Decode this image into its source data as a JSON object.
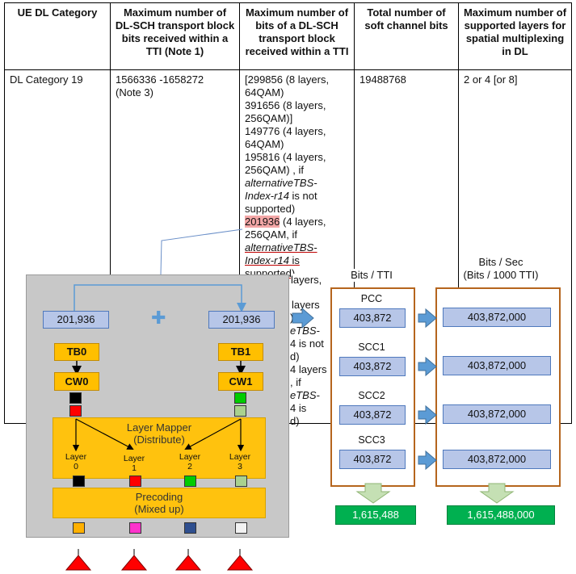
{
  "table": {
    "headers": [
      "UE DL Category",
      "Maximum number of DL-SCH transport block bits received within a TTI (Note 1)",
      "Maximum number of bits of a DL-SCH transport block received within a TTI",
      "Total number of soft channel bits",
      "Maximum number of supported layers for spatial multiplexing in DL"
    ],
    "row": {
      "category": "DL Category 19",
      "max_tb_bits": "1566336 -1658272",
      "max_tb_bits_note": "(Note 3)",
      "soft_bits": "19488768",
      "layers": "2 or 4 [or 8]",
      "max_bits_lines": [
        "[299856 (8 layers,",
        "64QAM)",
        "391656 (8 layers,",
        "256QAM)]",
        "149776 (4 layers,",
        "64QAM)",
        "195816 (4 layers,",
        "256QAM) , if"
      ],
      "alt_a": "alternativeTBS-",
      "alt_b": "Index-r14",
      "alt_c": " is not",
      "alt_d": "supported)",
      "highlight_value": "201936",
      "hl_rest": " (4 layers,",
      "hl_line2": "256QAM, if",
      "hl_alt_a": "alternativeTBS-",
      "hl_alt_b": "Index-r14",
      "hl_alt_c": " is",
      "hl_alt_d": "supported)",
      "partial_1": "layers,",
      "partial_2": "layers",
      "partial_3": "),",
      "partial_4": "eTBS-",
      "partial_5": "4 is not",
      "partial_6": "d)",
      "partial_7": "4 layers",
      "partial_8": ", if",
      "partial_9": "eTBS-",
      "partial_10": "4 is",
      "partial_11": "d)"
    }
  },
  "mapper": {
    "tbs_left": "201,936",
    "tbs_right": "201,936",
    "plus": "✚",
    "tb0": "TB0",
    "tb1": "TB1",
    "cw0": "CW0",
    "cw1": "CW1",
    "layer_mapper": "Layer Mapper",
    "distribute": "(Distribute)",
    "layer_word": "Layer",
    "layer_nums": [
      "0",
      "1",
      "2",
      "3"
    ],
    "precoding": "Precoding",
    "mixed_up": "(Mixed up)",
    "colors": {
      "black": "#000000",
      "red": "#ff0000",
      "green": "#00cc00",
      "lightgreen": "#a9d18e",
      "orange_out": "#ffb000",
      "magenta_out": "#ff33cc",
      "navy_out": "#2f4f8f",
      "white_out": "#f2f2f2",
      "antenna": "#ff0000"
    }
  },
  "throughput": {
    "bits_tti_header": "Bits / TTI",
    "bits_sec_header": "Bits / Sec",
    "bits_sec_sub": "(Bits / 1000 TTI)",
    "carriers": [
      {
        "name": "PCC",
        "bits_tti": "403,872",
        "bits_sec": "403,872,000"
      },
      {
        "name": "SCC1",
        "bits_tti": "403,872",
        "bits_sec": "403,872,000"
      },
      {
        "name": "SCC2",
        "bits_tti": "403,872",
        "bits_sec": "403,872,000"
      },
      {
        "name": "SCC3",
        "bits_tti": "403,872",
        "bits_sec": "403,872,000"
      }
    ],
    "total_tti": "1,615,488",
    "total_sec": "1,615,488,000"
  }
}
